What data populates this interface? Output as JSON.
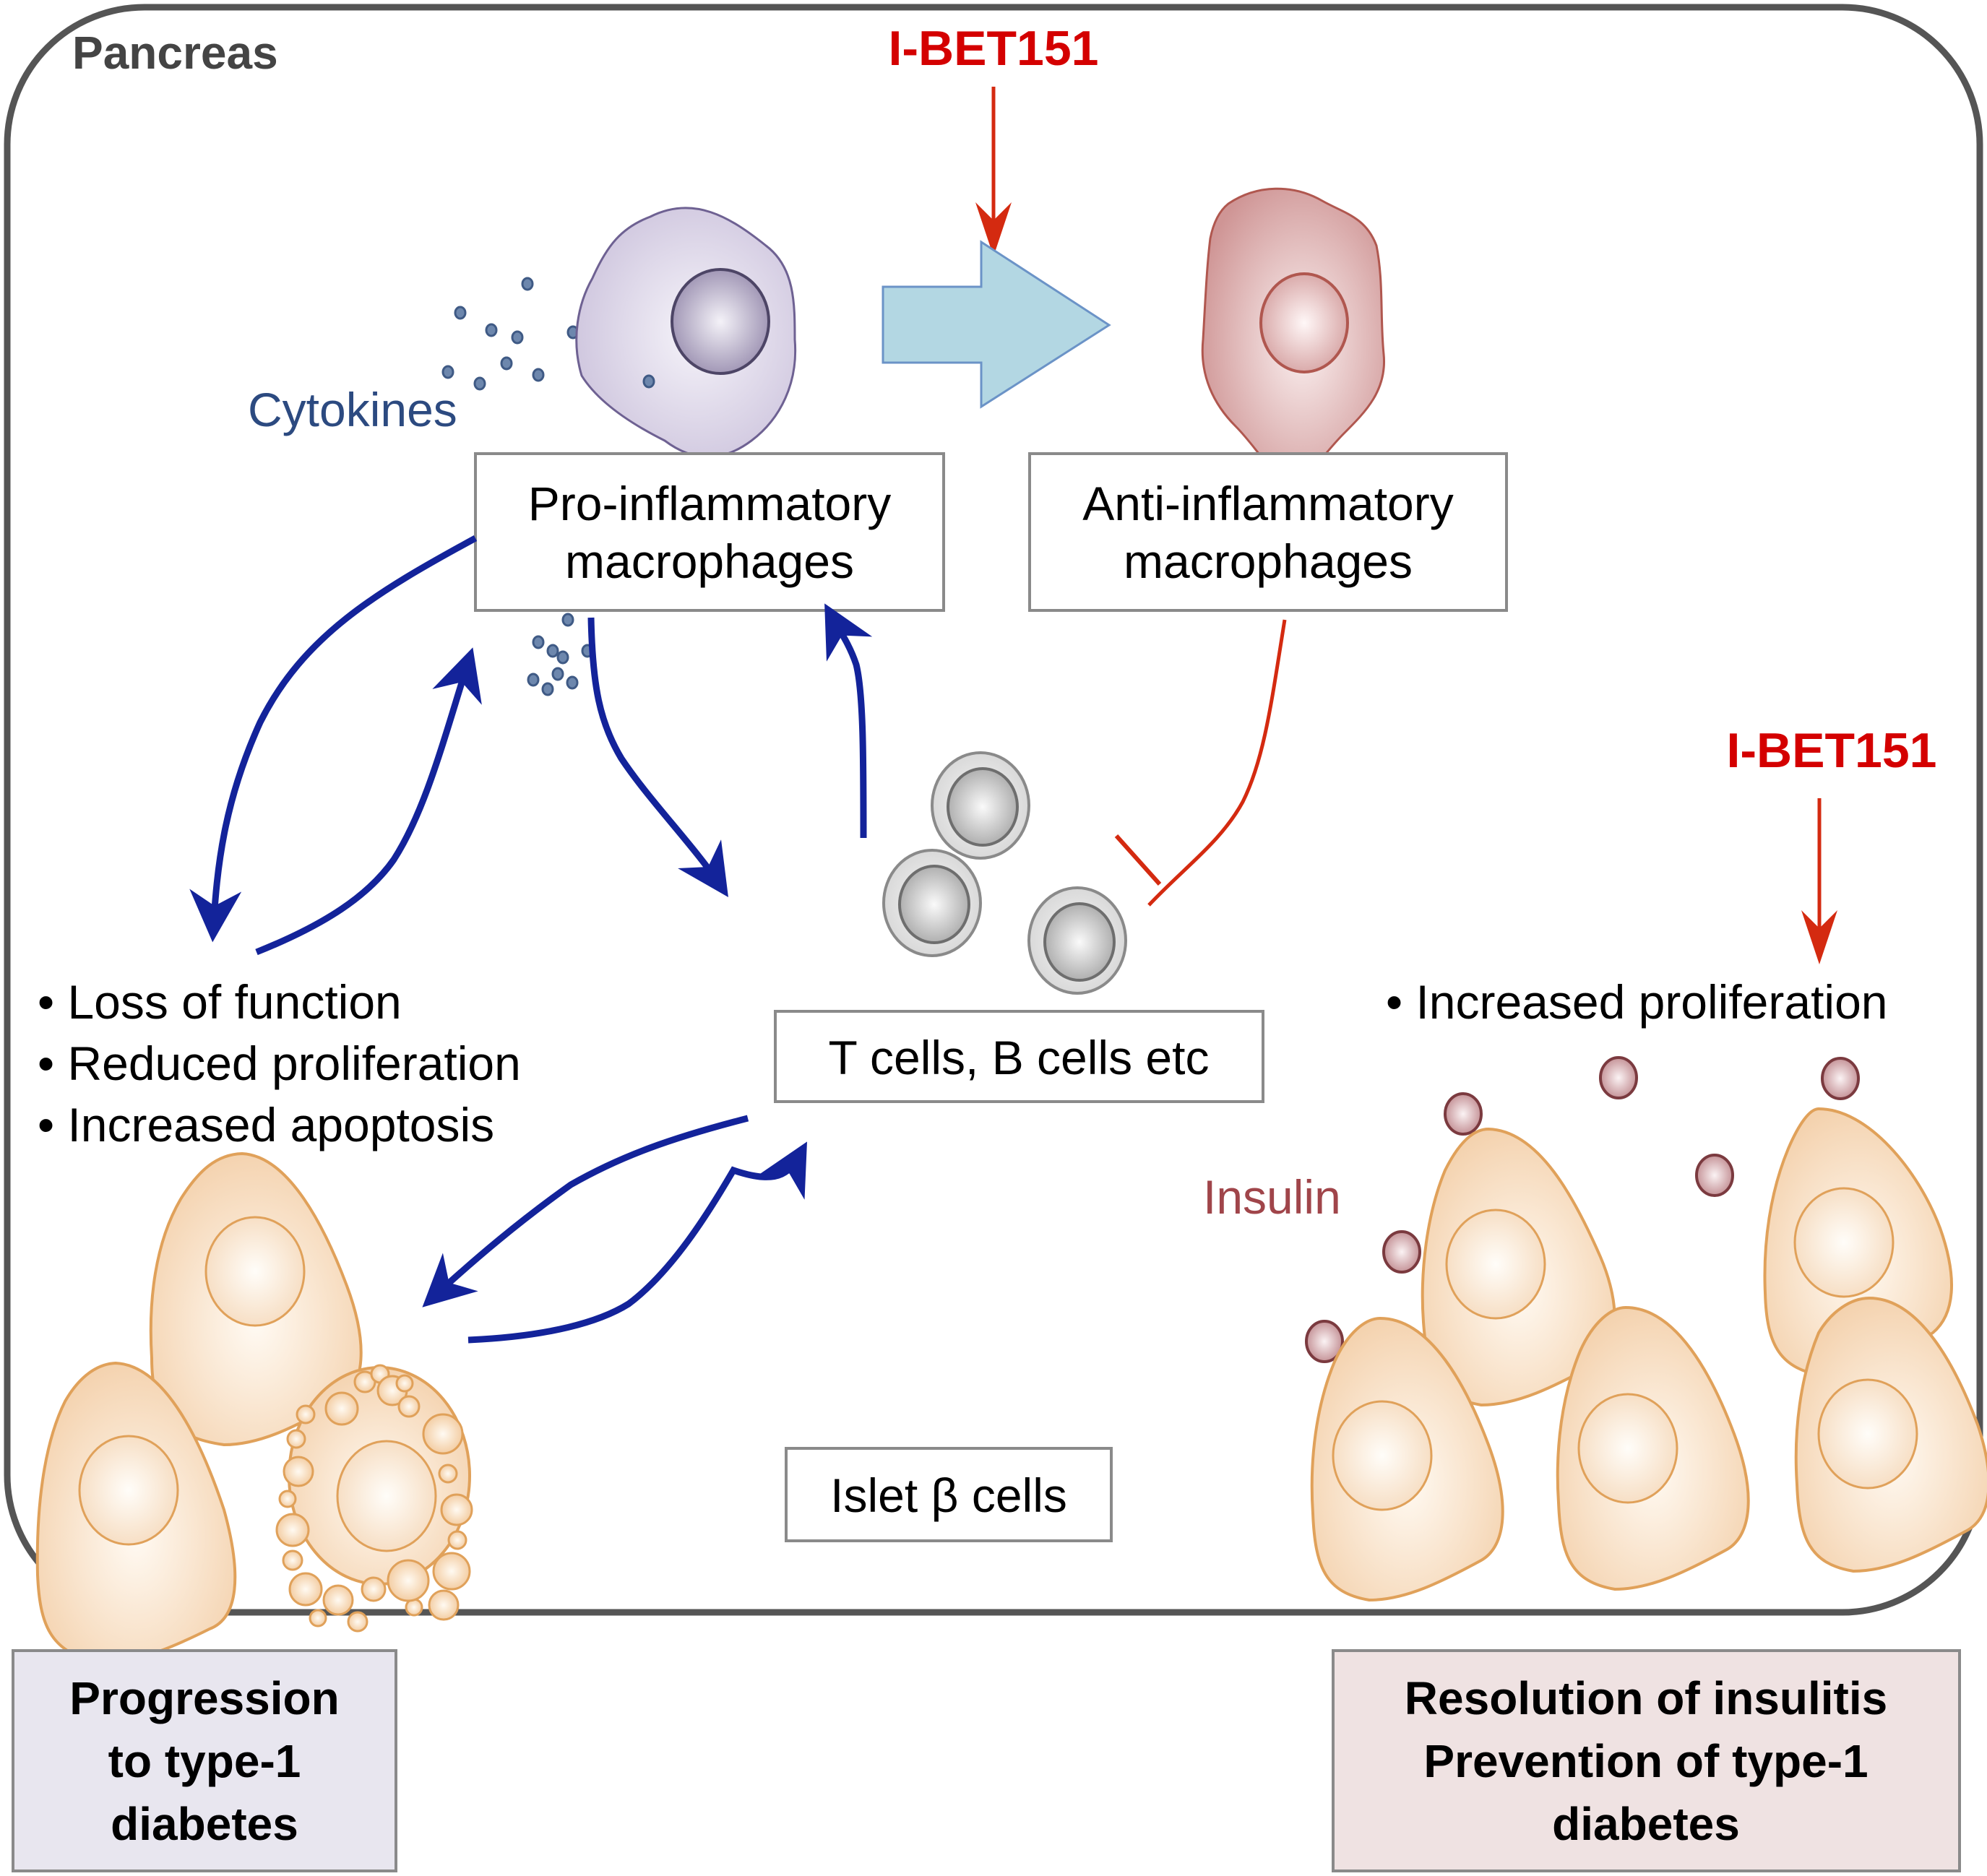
{
  "title": "Pancreas",
  "drug": {
    "top_label": "I-BET151",
    "right_label": "I-BET151",
    "color": "#d40000"
  },
  "labels": {
    "cytokines": "Cytokines",
    "insulin": "Insulin",
    "pro_macrophages": [
      "Pro-inflammatory",
      "macrophages"
    ],
    "anti_macrophages": [
      "Anti-inflammatory",
      "macrophages"
    ],
    "t_cells": "T cells, B cells etc",
    "islet": "Islet β cells"
  },
  "left_effects": [
    "• Loss of function",
    "• Reduced proliferation",
    "• Increased apoptosis"
  ],
  "right_effects": [
    "• Increased proliferation"
  ],
  "outcomes": {
    "left": [
      "Progression",
      "to type-1",
      "diabetes"
    ],
    "right": [
      "Resolution of insulitis",
      "Prevention of type-1",
      "diabetes"
    ]
  },
  "colors": {
    "frame": "#555555",
    "title": "#444444",
    "cytokine_text": "#2c4a80",
    "insulin_text": "#a0454a",
    "interaction_arrows": "#13239a",
    "inhibition_line": "#d42a10",
    "transition_arrow": "#b3d7e3",
    "pro_macrophage": "#d9d3e6",
    "anti_macrophage": "#d9a4a4",
    "beta_cell": "#f6d8b8",
    "left_outcome_bg": "#e8e6ef",
    "right_outcome_bg": "#efe2e2"
  }
}
